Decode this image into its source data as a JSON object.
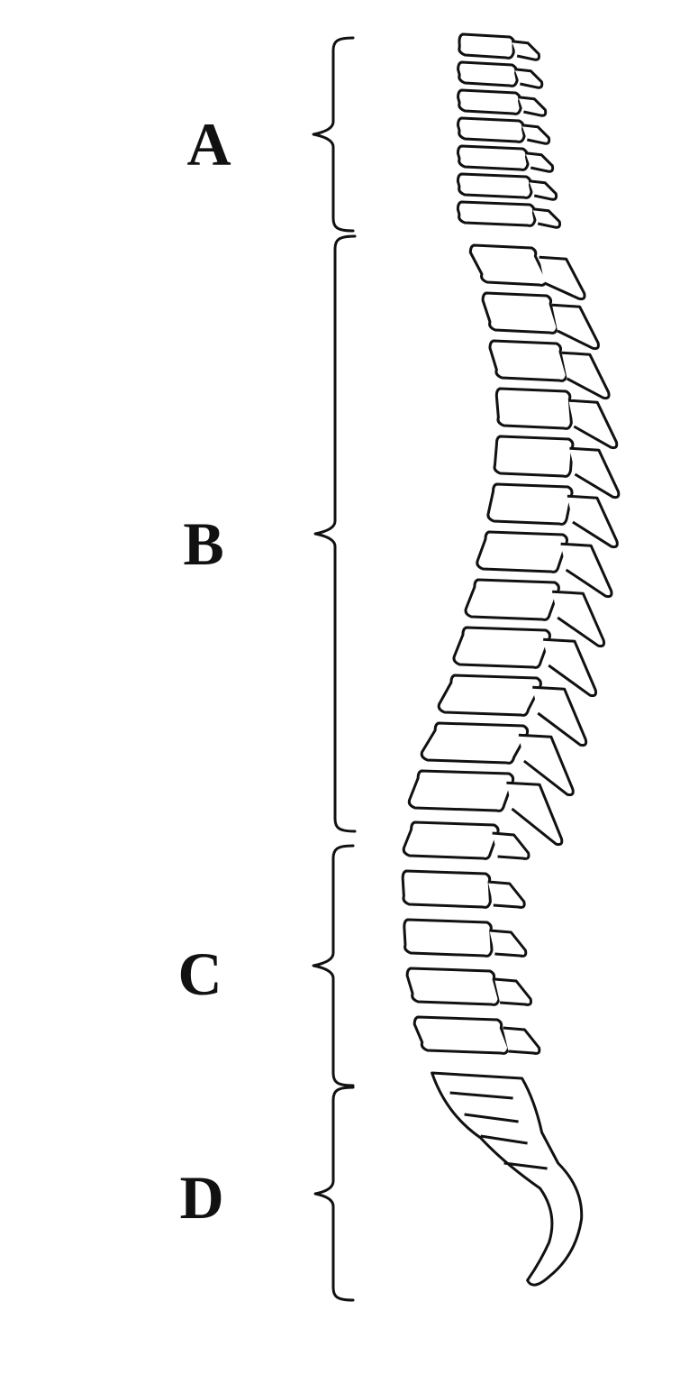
{
  "diagram": {
    "regions": [
      {
        "id": "A",
        "label": "A"
      },
      {
        "id": "B",
        "label": "B"
      },
      {
        "id": "C",
        "label": "C"
      },
      {
        "id": "D",
        "label": "D"
      }
    ]
  },
  "colors": {
    "ink": "#111111",
    "background": "#ffffff"
  }
}
